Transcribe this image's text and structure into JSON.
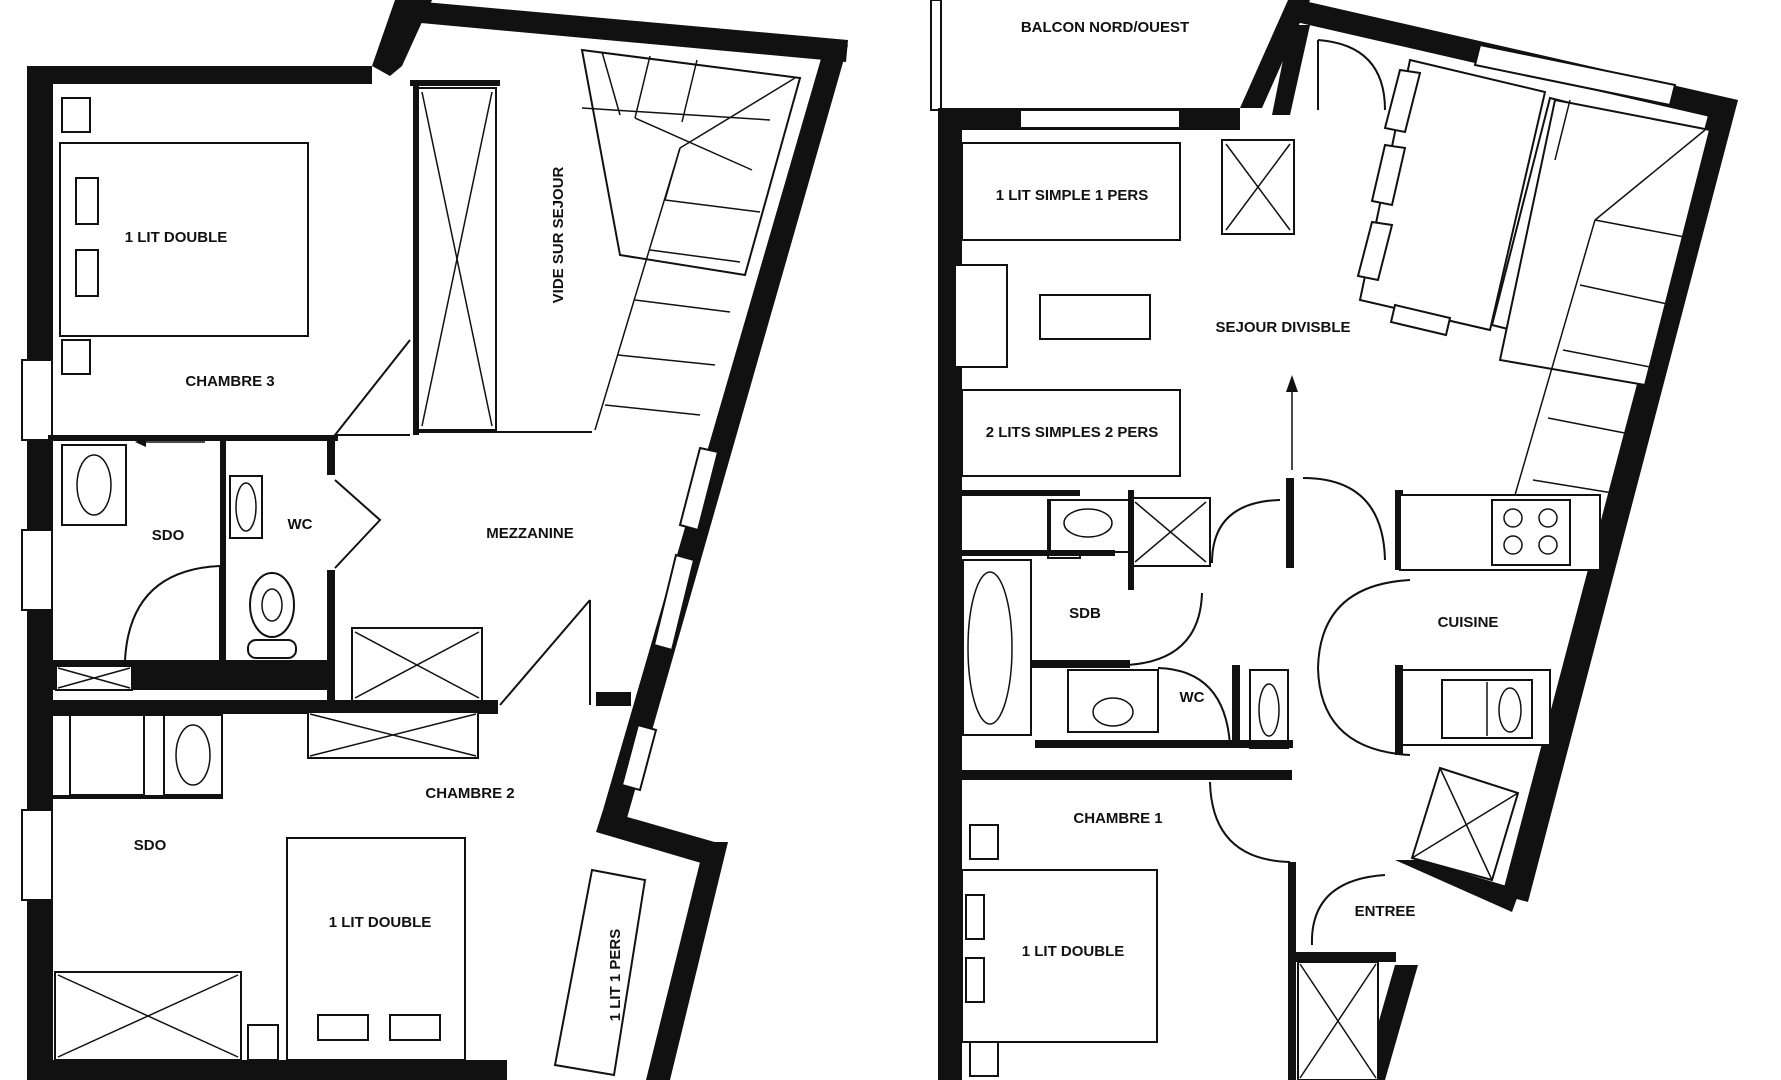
{
  "left_plan": {
    "rooms": {
      "chambre3": "CHAMBRE 3",
      "bed_chambre3": "1 LIT DOUBLE",
      "vide_sur_sejour": "VIDE SUR SEJOUR",
      "sdo_top": "SDO",
      "wc": "WC",
      "mezzanine": "MEZZANINE",
      "chambre2": "CHAMBRE 2",
      "sdo_bottom": "SDO",
      "bed_chambre2": "1 LIT DOUBLE",
      "lit_1_pers": "1 LIT 1 PERS"
    }
  },
  "right_plan": {
    "rooms": {
      "balcon": "BALCON NORD/OUEST",
      "lit_simple_1": "1 LIT SIMPLE 1 PERS",
      "sejour": "SEJOUR DIVISBLE",
      "lits_simples_2": "2 LITS SIMPLES 2 PERS",
      "sdb": "SDB",
      "wc": "WC",
      "cuisine": "CUISINE",
      "chambre1": "CHAMBRE 1",
      "entree": "ENTREE",
      "bed_chambre1": "1 LIT DOUBLE"
    }
  }
}
